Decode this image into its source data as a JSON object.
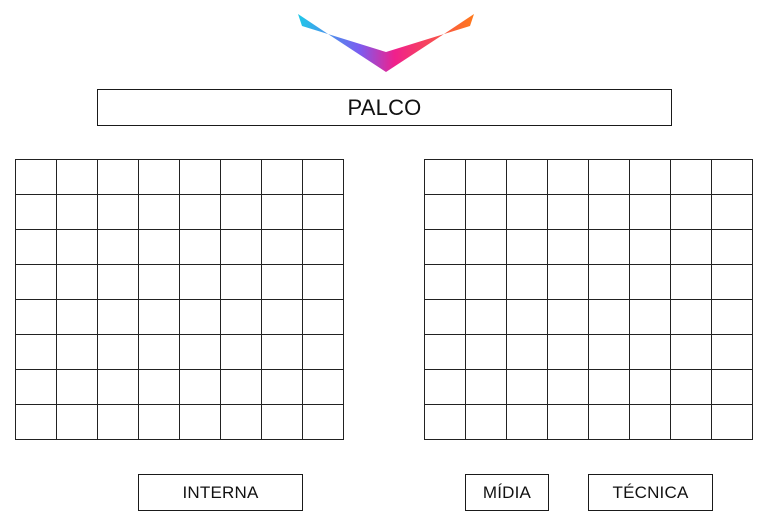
{
  "stage": {
    "label": "PALCO"
  },
  "sections": {
    "interna": "INTERNA",
    "midia": "MÍDIA",
    "tecnica": "TÉCNICA"
  },
  "seating": {
    "left_block": {
      "rows": 8,
      "cols": 8
    },
    "right_block": {
      "rows": 8,
      "cols": 8
    }
  },
  "logo": {
    "icon": "chevron-logo",
    "colors": [
      "#1ec8e8",
      "#7b5cf0",
      "#f0208c",
      "#ff7a1a"
    ]
  }
}
